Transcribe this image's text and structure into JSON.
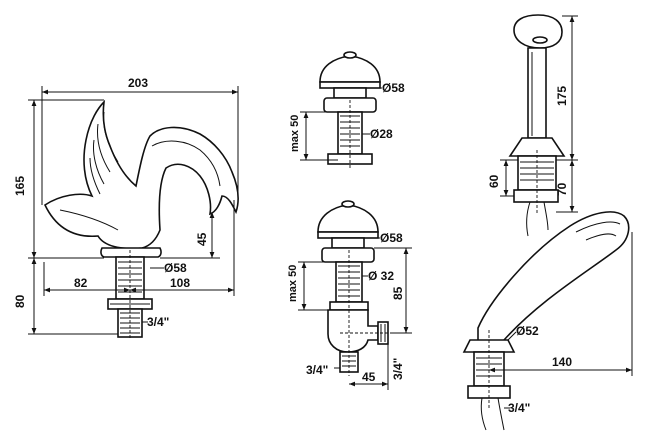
{
  "spout": {
    "width": "203",
    "height": "165",
    "base_height": "80",
    "reach_82": "82",
    "reach_108": "108",
    "nose_height": "45",
    "flange_dia": "Ø58",
    "thread": "3/4\""
  },
  "valve_top": {
    "cap_dia": "Ø58",
    "body_dia": "Ø28",
    "max_len": "max 50"
  },
  "valve_diverter": {
    "cap_dia": "Ø58",
    "body_dia": "Ø 32",
    "max_len": "max 50",
    "height": "85",
    "offset": "45",
    "thread_left": "3/4\"",
    "thread_right": "3/4\""
  },
  "handshower_holder": {
    "length": "175",
    "left_height": "60",
    "right_height": "70"
  },
  "handshower": {
    "flange_dia": "Ø52",
    "reach": "140",
    "thread": "3/4\""
  }
}
